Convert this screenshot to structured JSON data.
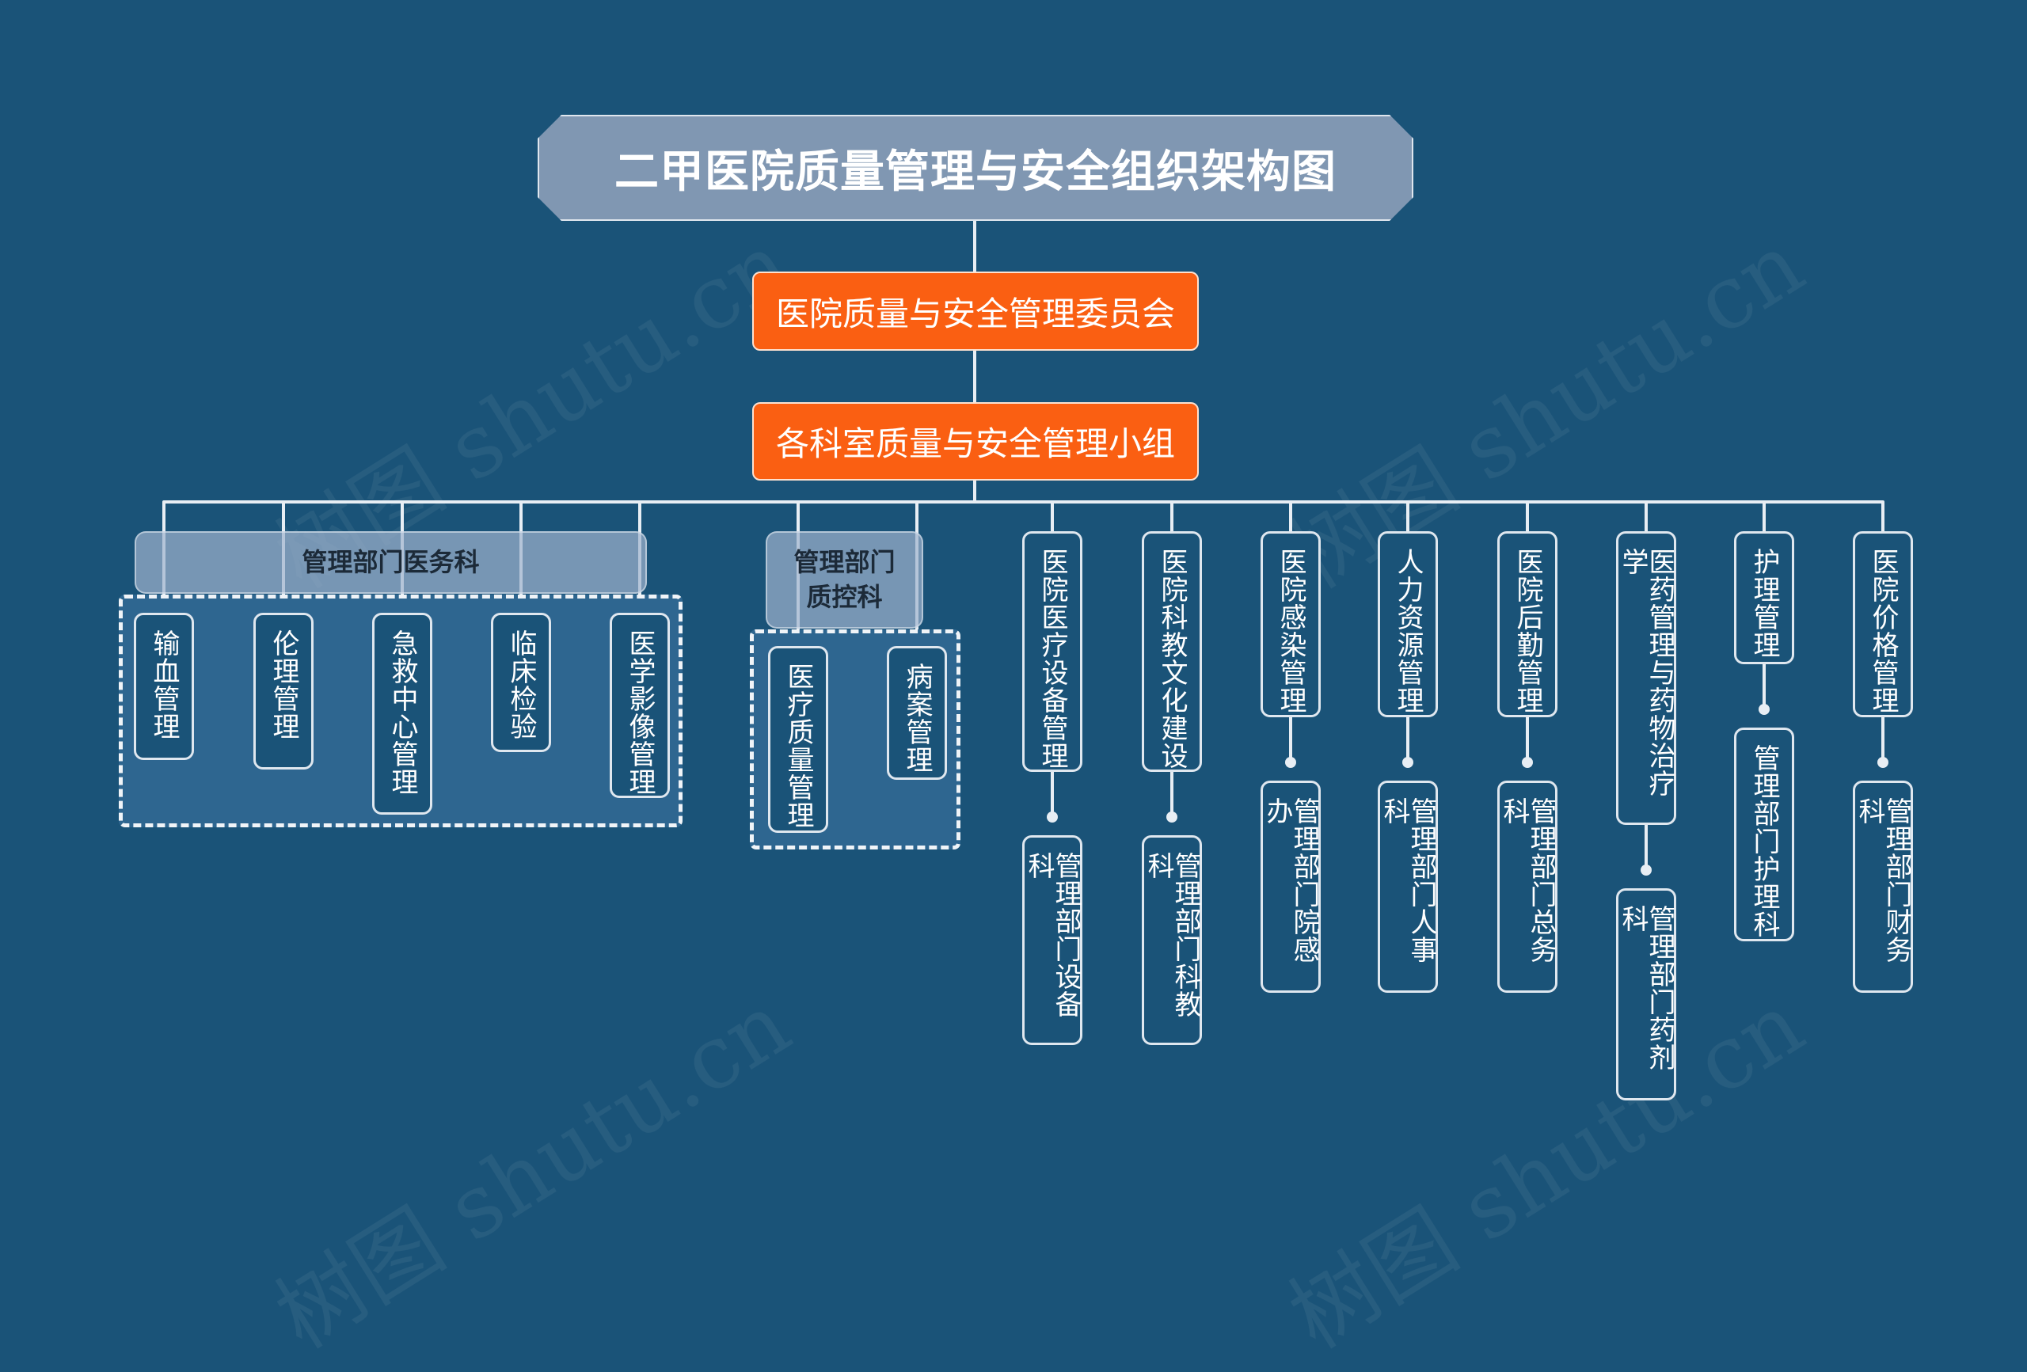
{
  "title": "二甲医院质量管理与安全组织架构图",
  "committee": "医院质量与安全管理委员会",
  "group": "各科室质量与安全管理小组",
  "watermark": "树图 shutu.cn",
  "departments": {
    "medical_affairs": {
      "label": "管理部门医务科",
      "items": [
        "输血管理",
        "伦理管理",
        "急救中心管理",
        "临床检验",
        "医学影像管理"
      ]
    },
    "quality_control": {
      "label": "管理部门\n质控科",
      "label_lines": [
        "管理部门",
        "质控科"
      ],
      "items": [
        "医疗质量管理",
        "病案管理"
      ]
    }
  },
  "columns": [
    {
      "top": "医院医疗设备管理",
      "bottom": "管理部门设备科"
    },
    {
      "top": "医院科教文化建设",
      "bottom": "管理部门科教科"
    },
    {
      "top": "医院感染管理",
      "bottom": "管理部门院感办"
    },
    {
      "top": "人力资源管理",
      "bottom": "管理部门人事科"
    },
    {
      "top": "医院后勤管理",
      "bottom": "管理部门总务科"
    },
    {
      "top": "医药管理与药物治疗学",
      "bottom": "管理部门药剂科"
    },
    {
      "top": "护理管理",
      "bottom": "管理部门护理科"
    },
    {
      "top": "医院价格管理",
      "bottom": "管理部门财务科"
    }
  ],
  "colors": {
    "background": "#1a5378",
    "accent": "#fa5f12",
    "title_fill": "#8097b2"
  }
}
